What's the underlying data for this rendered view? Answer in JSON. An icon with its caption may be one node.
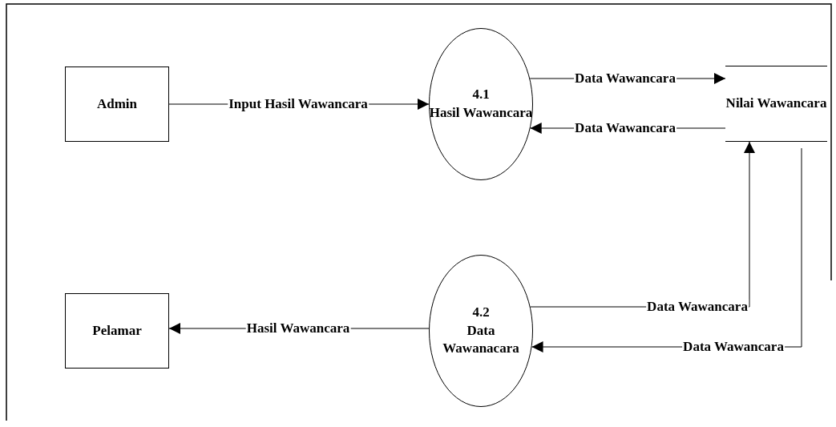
{
  "diagram": {
    "nodes": [
      {
        "text": [
          "Admin"
        ]
      },
      {
        "text": [
          "4.1",
          "Hasil Wawancara"
        ]
      },
      {
        "text": [
          "Nilai Wawancara"
        ]
      },
      {
        "text": [
          "Pelamar"
        ]
      },
      {
        "text": [
          "4.2",
          "Data Wawanacara"
        ]
      }
    ],
    "edges": [
      {
        "from": 0,
        "to": 1,
        "arrow": "to",
        "label": "Input Hasil Wawancara"
      },
      {
        "from": 1,
        "to": 2,
        "arrow": "to",
        "label": "Data Wawancara"
      },
      {
        "from": 2,
        "to": 1,
        "arrow": "to",
        "label": "Data Wawancara"
      },
      {
        "from": 4,
        "to": 2,
        "arrow": "to",
        "label": "Data Wawancara"
      },
      {
        "from": 2,
        "to": 4,
        "arrow": "to",
        "label": "Data Wawancara"
      },
      {
        "from": 4,
        "to": 3,
        "arrow": "to",
        "label": "Hasil Wawancara"
      }
    ]
  }
}
